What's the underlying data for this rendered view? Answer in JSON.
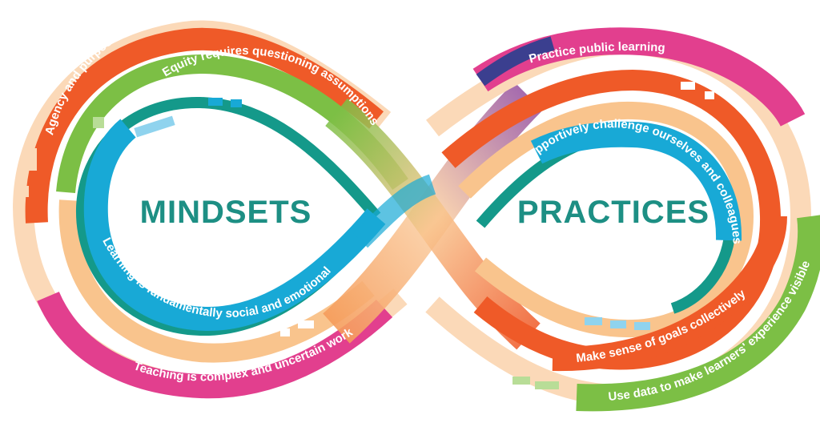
{
  "center": {
    "left_title": "MINDSETS",
    "right_title": "PRACTICES"
  },
  "mindsets": [
    "Agency and purpose drive curiosity and deep learning",
    "Equity requires questioning assumptions",
    "Learning is fundamentally social and emotional",
    "Teaching is complex and uncertain work"
  ],
  "practices": [
    "Practice public learning",
    "Supportively challenge ourselves and colleagues",
    "Make sense of goals collectively",
    "Use data to make learners' experience visible"
  ],
  "colors": {
    "orange": "#ef5a28",
    "green": "#7cbf45",
    "teal": "#14998a",
    "cyan": "#18a9d6",
    "magenta": "#e23f8e",
    "peach": "#f9c48d",
    "navy": "#3b3f8f",
    "title": "#1d8f84"
  }
}
